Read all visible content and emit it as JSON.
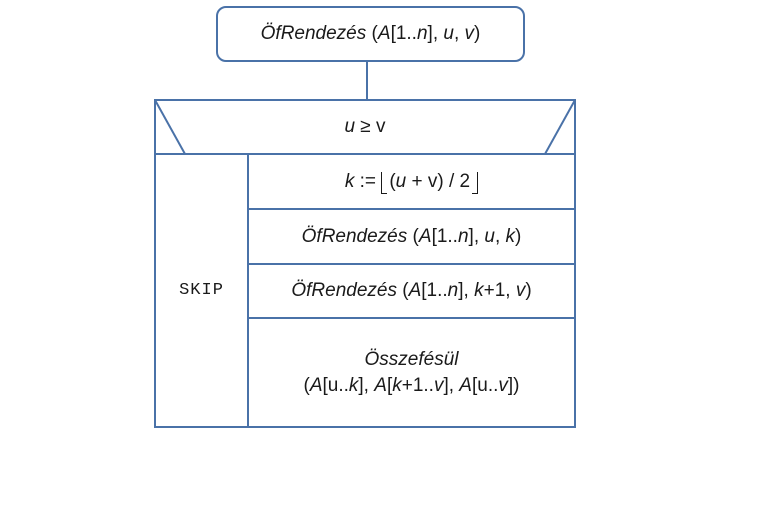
{
  "procedure_header": {
    "name": "ÖfRendezés",
    "params_open": " (",
    "array": "A",
    "range": "[1..",
    "n": "n",
    "range_close": "], ",
    "u": "u",
    "comma": ", ",
    "v": "v",
    "close": ")"
  },
  "condition": {
    "var_u": "u",
    "op": " ≥ v"
  },
  "skip_branch": {
    "label": "SKIP"
  },
  "statements": {
    "assign": {
      "k": "k",
      "op": " := ",
      "open": "(",
      "u": "u",
      "rest": " + v) / 2"
    },
    "call1": {
      "name": "ÖfRendezés",
      "p1": " (",
      "a": "A",
      "p2": "[1..",
      "n": "n",
      "p3": "], ",
      "u": "u",
      "p4": ", ",
      "k": "k",
      "p5": ")"
    },
    "call2": {
      "name": "ÖfRendezés",
      "p1": " (",
      "a": "A",
      "p2": "[1..",
      "n": "n",
      "p3": "], ",
      "k": "k",
      "p4": "+1, ",
      "v": "v",
      "p5": ")"
    },
    "merge": {
      "name": "Összefésül",
      "o1": "(",
      "a1": "A",
      "r1": "[u..",
      "k1": "k",
      "r1c": "], ",
      "a2": "A",
      "r2": "[",
      "k2": "k",
      "r2b": "+1..",
      "v2": "v",
      "r2c": "], ",
      "a3": "A",
      "r3": "[u..",
      "v3": "v",
      "r3c": "])"
    }
  },
  "colors": {
    "stroke": "#4a72a8",
    "text": "#1a1a1a",
    "background": "#ffffff"
  }
}
